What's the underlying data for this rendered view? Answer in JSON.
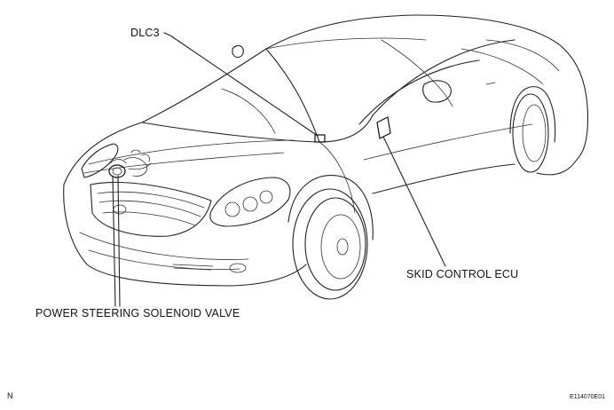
{
  "labels": {
    "dlc3": "DLC3",
    "skid_control_ecu": "SKID CONTROL ECU",
    "power_steering_solenoid_valve": "POWER STEERING SOLENOID VALVE"
  },
  "corner_mark": "N",
  "figure_id": "E114070E01",
  "colors": {
    "line": "#222222",
    "background": "#ffffff"
  }
}
